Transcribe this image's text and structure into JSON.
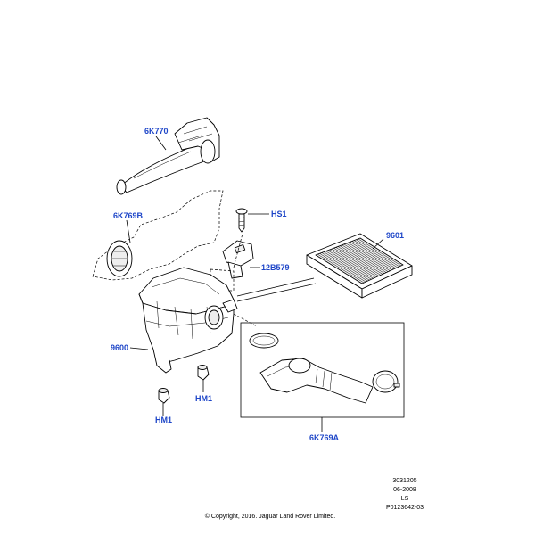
{
  "callouts": {
    "c6k770": "6K770",
    "c6k769b": "6K769B",
    "chs1": "HS1",
    "c9601": "9601",
    "c12b579": "12B579",
    "c9600": "9600",
    "chm1a": "HM1",
    "chm1b": "HM1",
    "c6k769a": "6K769A"
  },
  "info_block": {
    "ref": "3031205",
    "date": "06-2008",
    "initials": "LS",
    "code": "P0123642-03"
  },
  "copyright": "© Copyright, 2016. Jaguar Land Rover Limited.",
  "colors": {
    "callout": "#1e46c8",
    "line": "#000000"
  }
}
